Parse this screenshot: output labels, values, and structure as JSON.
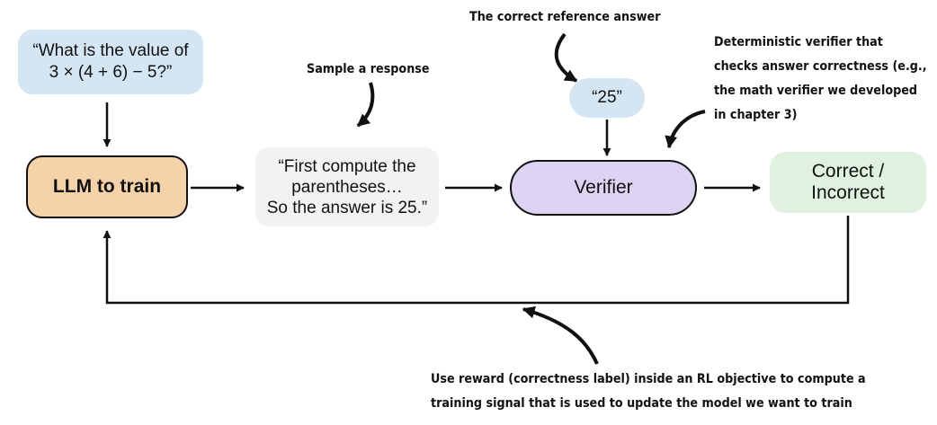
{
  "nodes": {
    "question": {
      "lines": [
        "“What is the value of",
        "3 × (4 + 6) − 5?”"
      ]
    },
    "llm": {
      "label": "LLM to train"
    },
    "response": {
      "lines": [
        "“First compute the",
        "parentheses…",
        "So the answer is 25.”"
      ]
    },
    "reference": {
      "label": "“25”"
    },
    "verifier": {
      "label": "Verifier"
    },
    "result": {
      "lines": [
        "Correct /",
        "Incorrect"
      ]
    }
  },
  "annotations": {
    "sample": {
      "lines": [
        "Sample a response"
      ]
    },
    "reference": {
      "lines": [
        "The correct reference answer"
      ]
    },
    "verifier": {
      "lines": [
        "Deterministic verifier that",
        "checks answer correctness (e.g.,",
        "the math verifier we developed",
        "in chapter 3)"
      ]
    },
    "reward": {
      "lines": [
        "Use reward (correctness label) inside an RL objective to compute a",
        "training signal that is used to update the model we want to train"
      ]
    }
  },
  "colors": {
    "question_fill": "#d4e6f4",
    "llm_fill": "#f5d2a8",
    "response_fill": "#f2f2f2",
    "reference_fill": "#d4e6f4",
    "verifier_fill": "#ddd3f3",
    "result_fill": "#dff2df",
    "stroke": "#111111"
  }
}
